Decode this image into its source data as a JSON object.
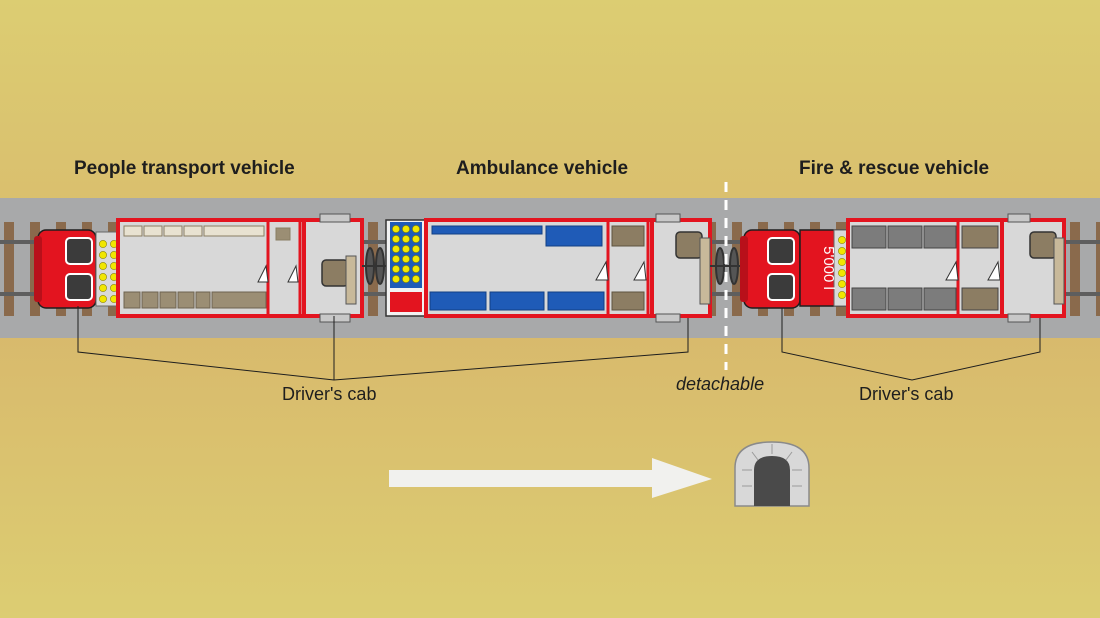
{
  "titles": {
    "people": "People transport vehicle",
    "ambulance": "Ambulance vehicle",
    "fire": "Fire & rescue vehicle"
  },
  "labels": {
    "drivers_cab_left": "Driver's cab",
    "drivers_cab_right": "Driver's cab",
    "detachable": "detachable"
  },
  "tank_label": "5'000 l",
  "colors": {
    "ground_top": "#dccd72",
    "ground_bottom": "#d8b86c",
    "track": "#a7a9ab",
    "vehicle_red": "#e3141f",
    "floor": "#d8d8d8",
    "seat": "#9b8e74",
    "stretcher": "#1f5bb7",
    "yellow_dot": "#f1e600",
    "arrow": "#f1f1ee",
    "outline": "#1e1e1e"
  }
}
